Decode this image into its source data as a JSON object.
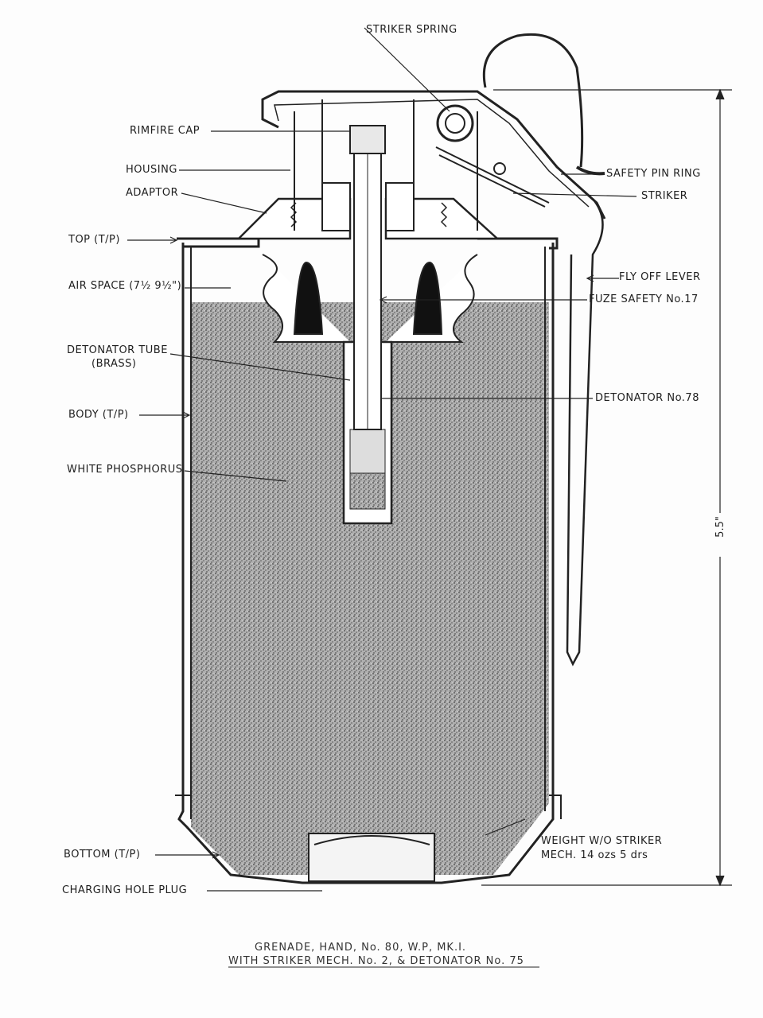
{
  "labels": {
    "striker_spring": "STRIKER SPRING",
    "rimfire_cap": "RIMFIRE CAP",
    "housing": "HOUSING",
    "adaptor": "ADAPTOR",
    "top": "TOP (T/P)",
    "air_space": "AIR SPACE (7½ 9½\")",
    "detonator_tube": "DETONATOR TUBE",
    "detonator_tube_material": "(BRASS)",
    "body": "BODY (T/P)",
    "white_phosphorus": "WHITE PHOSPHORUS",
    "bottom": "BOTTOM (T/P)",
    "charging_hole_plug": "CHARGING HOLE PLUG",
    "safety_pin_ring": "SAFETY PIN RING",
    "striker": "STRIKER",
    "fly_off_lever": "FLY OFF LEVER",
    "fuze_safety": "FUZE SAFETY No.17",
    "detonator": "DETONATOR No.78",
    "weight_line1": "WEIGHT  W/O  STRIKER",
    "weight_line2": "MECH.  14 ozs  5 drs"
  },
  "dimension": "5.5\"",
  "caption": {
    "line1": "GRENADE, HAND, No. 80, W.P, MK.I.",
    "line2": "WITH STRIKER MECH. No. 2, & DETONATOR No. 75"
  }
}
